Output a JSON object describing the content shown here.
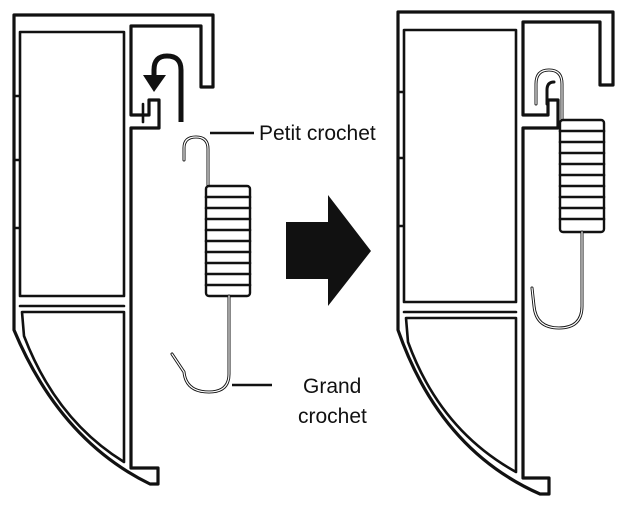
{
  "labels": {
    "small_hook": "Petit crochet",
    "large_hook_line1": "Grand",
    "large_hook_line2": "crochet"
  },
  "colors": {
    "line": "#111111",
    "background": "#ffffff",
    "arrow": "#111111"
  },
  "icons": {
    "rotate_hint": "curved-arrow-icon",
    "transition": "right-arrow-icon"
  }
}
